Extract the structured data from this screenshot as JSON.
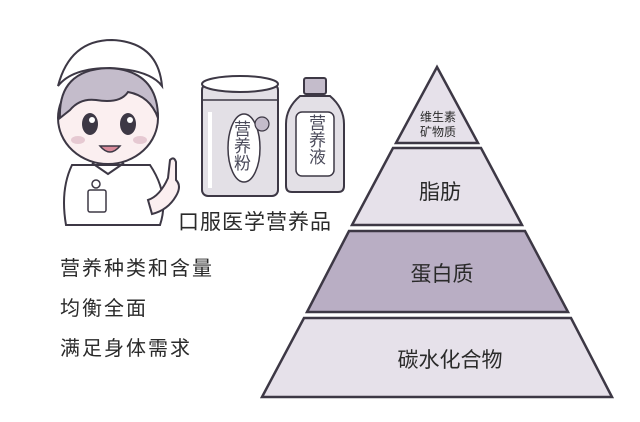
{
  "colors": {
    "tier_light": "#e6e1ea",
    "tier_dark": "#b9aec4",
    "outline": "#3d3845",
    "can_body": "#e3e0e6",
    "skin": "#fbeff0",
    "hair": "#c4bccb"
  },
  "products": {
    "powder_label": "营养粉",
    "liquid_label": "营养液",
    "caption": "口服医学营养品"
  },
  "description": [
    "营养种类和含量",
    "均衡全面",
    "满足身体需求"
  ],
  "pyramid": {
    "tiers": [
      {
        "line1": "维生素",
        "line2": "矿物质"
      },
      {
        "label": "脂肪"
      },
      {
        "label": "蛋白质"
      },
      {
        "label": "碳水化合物"
      }
    ]
  },
  "illustration": {
    "character": "nurse-icon",
    "can": "nutrition-powder-can-icon",
    "bottle": "nutrition-liquid-bottle-icon"
  }
}
